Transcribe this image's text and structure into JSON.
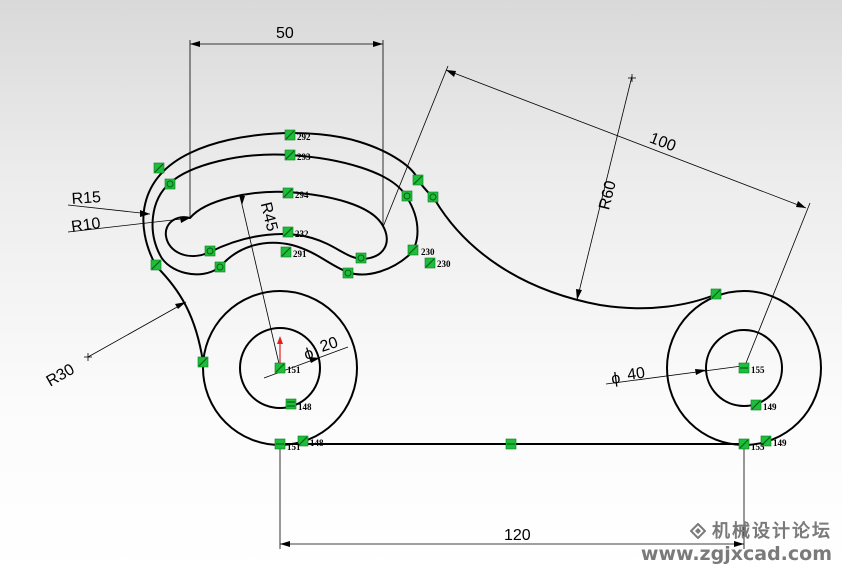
{
  "dimensions": {
    "top_width": "50",
    "bottom_width": "120",
    "slant_length": "100",
    "r15": "R15",
    "r10": "R10",
    "r30": "R30",
    "r45": "R45",
    "r60": "R60",
    "dia20": "20",
    "dia40": "40",
    "dia_symbol": "ϕ"
  },
  "relation_labels": {
    "t292": "292",
    "t293": "293",
    "t294": "294",
    "t232": "232",
    "t291": "291",
    "t230a": "230",
    "t230b": "230",
    "t151a": "151",
    "t148a": "148",
    "t151b": "151",
    "t148b": "148",
    "t155a": "155",
    "t149a": "149",
    "t155b": "155",
    "t149b": "149"
  },
  "watermark": {
    "site_name": "机械设计论坛",
    "url": "www.zgjxcad.com"
  },
  "colors": {
    "relation_marker": "#1dbf3a",
    "origin_arrow": "#e02020"
  }
}
